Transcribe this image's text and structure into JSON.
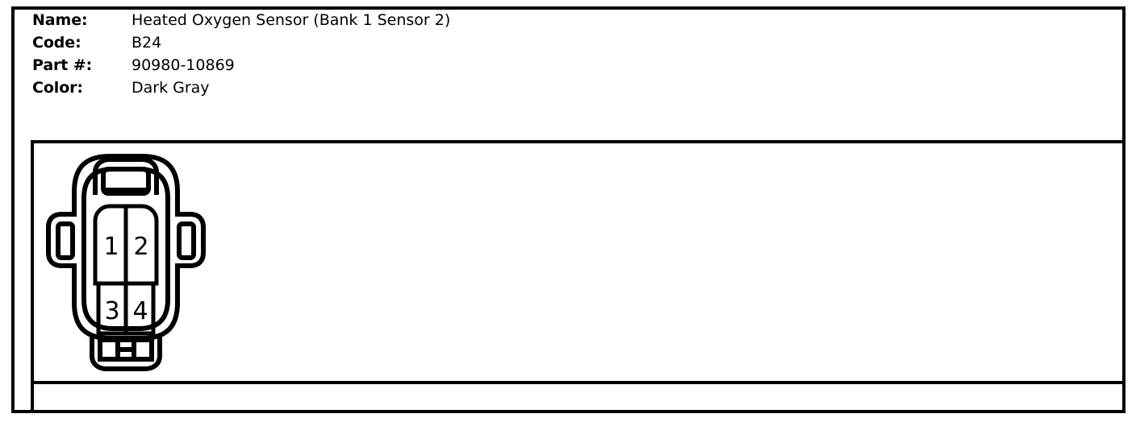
{
  "info": {
    "rows": [
      {
        "label": "Name:",
        "value": "Heated Oxygen Sensor (Bank 1 Sensor 2)"
      },
      {
        "label": "Code:",
        "value": "B24"
      },
      {
        "label": "Part #:",
        "value": "90980-10869"
      },
      {
        "label": "Color:",
        "value": "Dark Gray"
      }
    ]
  },
  "diagram": {
    "title": "connector-pinout",
    "type": "connector-face-view",
    "cavity_count": 4,
    "pins": [
      {
        "number": "1",
        "row": 0,
        "col": 0
      },
      {
        "number": "2",
        "row": 0,
        "col": 1
      },
      {
        "number": "3",
        "row": 1,
        "col": 0
      },
      {
        "number": "4",
        "row": 1,
        "col": 1
      }
    ],
    "features": {
      "top_latch": "rectangular-lock-tab",
      "bottom_tab": "three-segment-keying-tab",
      "side_tabs": "two-rectangular-side-slots"
    },
    "colors": {
      "line": "#000000",
      "fill": "#ffffff"
    }
  }
}
